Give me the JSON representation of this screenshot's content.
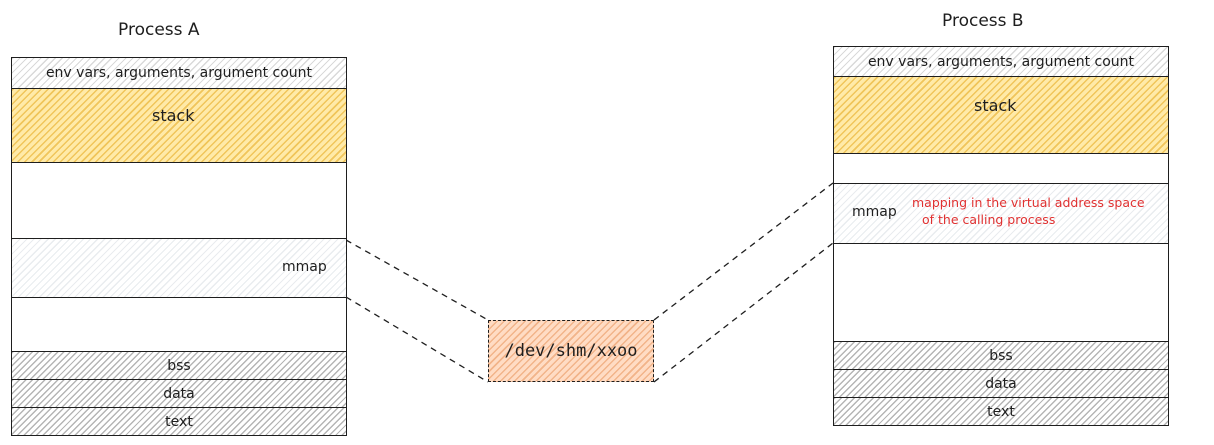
{
  "process_a": {
    "title": "Process A",
    "segments": {
      "env": "env vars, arguments, argument count",
      "stack": "stack",
      "mmap": "mmap",
      "bss": "bss",
      "data": "data",
      "text": "text"
    }
  },
  "process_b": {
    "title": "Process B",
    "segments": {
      "env": "env vars, arguments, argument count",
      "stack": "stack",
      "mmap": "mmap",
      "bss": "bss",
      "data": "data",
      "text": "text"
    },
    "annotation": {
      "line1": "mapping in the virtual address space",
      "line2": "of the calling process"
    }
  },
  "shared_memory": {
    "label": "/dev/shm/xxoo"
  },
  "colors": {
    "stroke": "#1e1e1e",
    "stack_fill": "#ffeaa8",
    "shm_fill": "#ffdcc4",
    "annotation": "#e03131"
  }
}
